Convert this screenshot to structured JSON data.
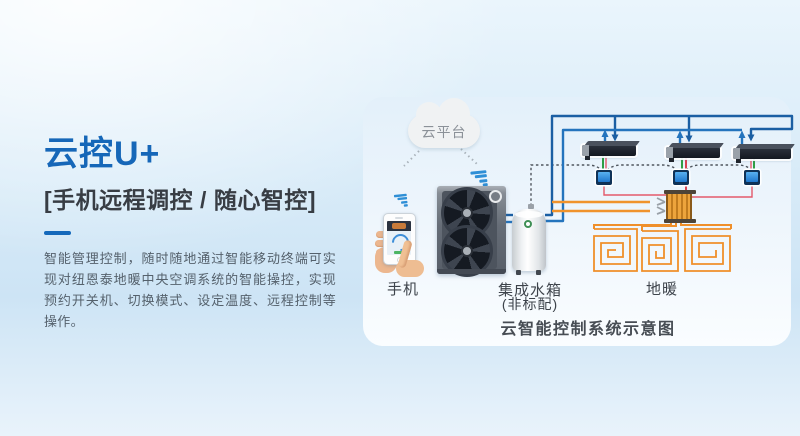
{
  "left_panel": {
    "title": "云控U+",
    "subtitle": "[手机远程调控 / 随心智控]",
    "description": "智能管理控制，随时随地通过智能移动终端可实现对纽恩泰地暖中央空调系统的智能操控，实现预约开关机、切换模式、设定温度、远程控制等操作。",
    "accent_color": "#1569bb"
  },
  "diagram": {
    "cloud_label": "云平台",
    "phone_label": "手机",
    "tank_label": "集成水箱",
    "tank_note": "(非标配)",
    "floor_label": "地暖",
    "caption": "云智能控制系统示意图",
    "colors": {
      "pipe_supply_blue": "#1b5fa3",
      "pipe_return_blue": "#2474bd",
      "signal_wifi_blue": "#2f8fd6",
      "control_red": "#e4596b",
      "sensor_green": "#2f9e45",
      "floor_pipe_orange": "#ef8f2a",
      "dashed_control_gray": "#50565e"
    }
  }
}
